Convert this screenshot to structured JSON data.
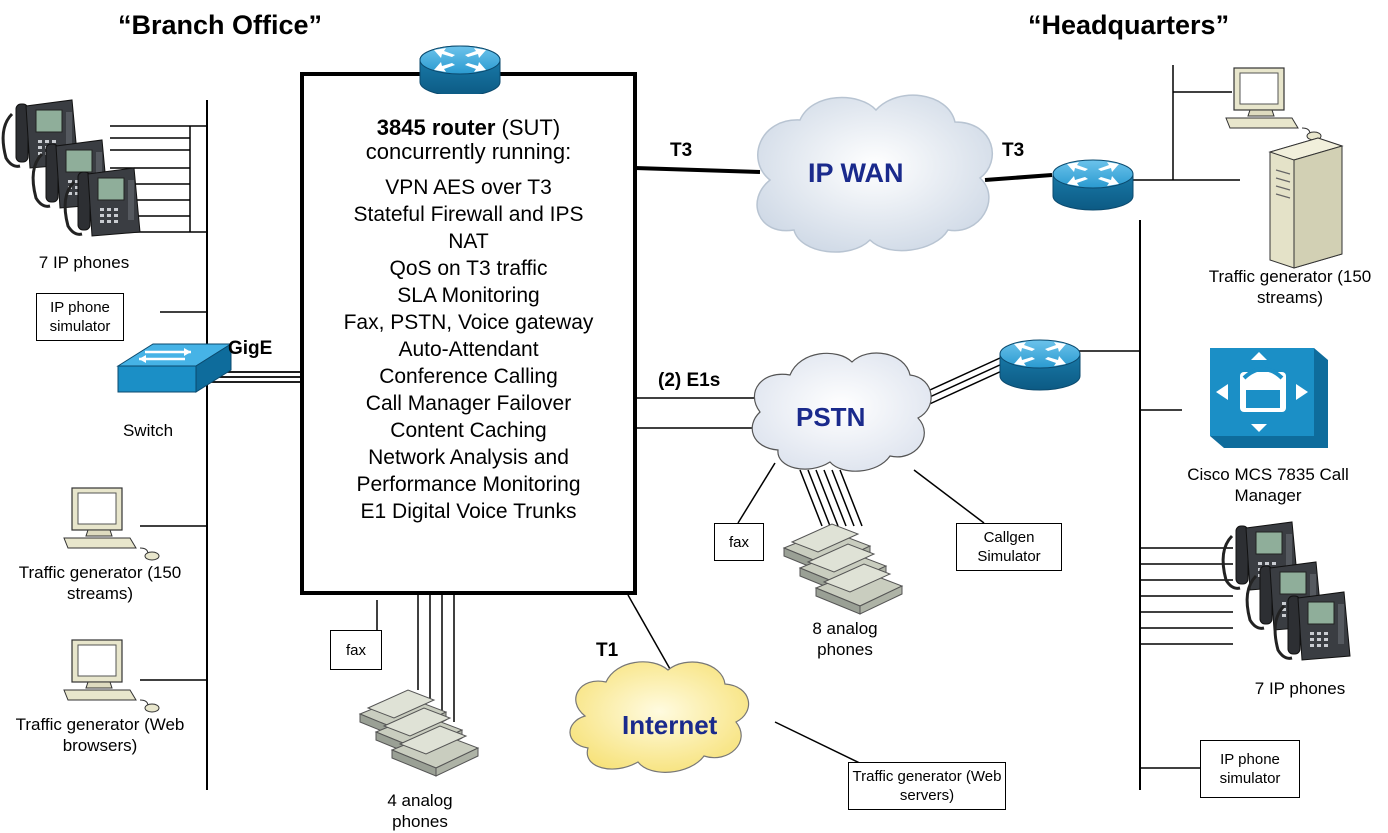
{
  "titles": {
    "branch": "“Branch Office”",
    "hq": "“Headquarters”"
  },
  "router": {
    "name": "3845 router",
    "suffix": " (SUT)",
    "subtitle": "concurrently running:",
    "features": [
      "VPN AES over T3",
      "Stateful Firewall and IPS",
      "NAT",
      "QoS on T3 traffic",
      "SLA Monitoring",
      "Fax, PSTN, Voice gateway",
      "Auto-Attendant",
      "Conference Calling",
      "Call Manager Failover",
      "Content Caching",
      "Network Analysis and",
      "Performance Monitoring",
      "E1 Digital Voice Trunks"
    ]
  },
  "clouds": {
    "ipwan": "IP WAN",
    "pstn": "PSTN",
    "internet": "Internet"
  },
  "links": {
    "t3_left": "T3",
    "t3_right": "T3",
    "e1": "(2) E1s",
    "t1": "T1",
    "gige": "GigE"
  },
  "branch": {
    "phones": "7 IP phones",
    "simulator": "IP phone simulator",
    "switch": "Switch",
    "tg_streams": "Traffic generator (150 streams)",
    "tg_web": "Traffic generator (Web browsers)",
    "fax": "fax",
    "analog": "4 analog phones"
  },
  "pstn_side": {
    "fax": "fax",
    "callgen": "Callgen Simulator",
    "analog": "8 analog phones"
  },
  "internet_side": {
    "tg_servers": "Traffic generator (Web servers)"
  },
  "hq": {
    "tg_streams": "Traffic generator (150 streams)",
    "mcs": "Cisco MCS 7835 Call Manager",
    "phones": "7 IP phones",
    "simulator": "IP phone simulator"
  },
  "colors": {
    "router": "#1b8fc6",
    "cloud_ip": "#e8edf4",
    "cloud_internet": "#fff3b0",
    "cloud_text": "#1a2a8c"
  }
}
